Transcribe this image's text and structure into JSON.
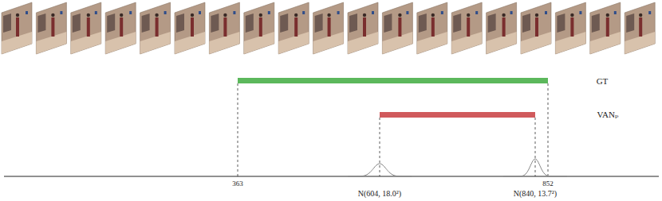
{
  "diagram": {
    "labels": [
      "GT",
      "VANₚ",
      "363",
      "852",
      "N(604, 18.0²)",
      "N(840, 13.7²)"
    ]
  }
}
